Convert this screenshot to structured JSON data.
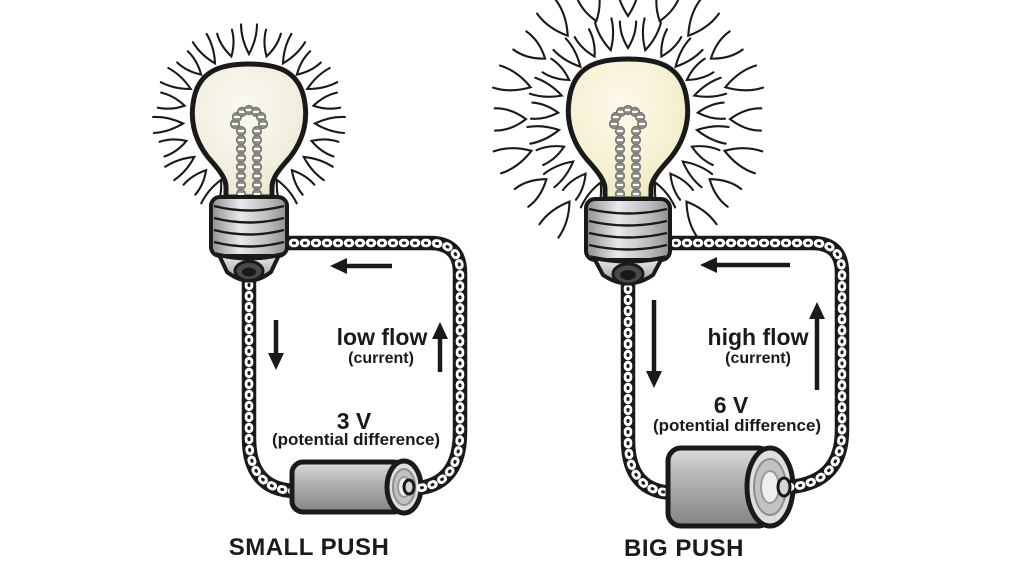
{
  "panels": {
    "left": {
      "flow_label": "low flow",
      "flow_note": "(current)",
      "voltage_label": "3 V",
      "voltage_note": "(potential difference)",
      "caption": "SMALL PUSH"
    },
    "right": {
      "flow_label": "high flow",
      "flow_note": "(current)",
      "voltage_label": "6 V",
      "voltage_note": "(potential difference)",
      "caption": "BIG PUSH"
    }
  },
  "colors": {
    "ink": "#1a1a1a",
    "glass_left": "#f2efe0",
    "glass_right": "#f6f0d2",
    "metal_gray": "#c9c9c9",
    "battery_gray": "#b3b3b3",
    "filament_gray": "#8c8c84",
    "background": "#ffffff"
  },
  "icons": {
    "bulb_left": "light-bulb-glowing-icon",
    "bulb_right": "light-bulb-glowing-bright-icon",
    "battery_left": "battery-small-icon",
    "battery_right": "battery-large-icon",
    "flow_arrows": "current-flow-arrow-icon"
  }
}
